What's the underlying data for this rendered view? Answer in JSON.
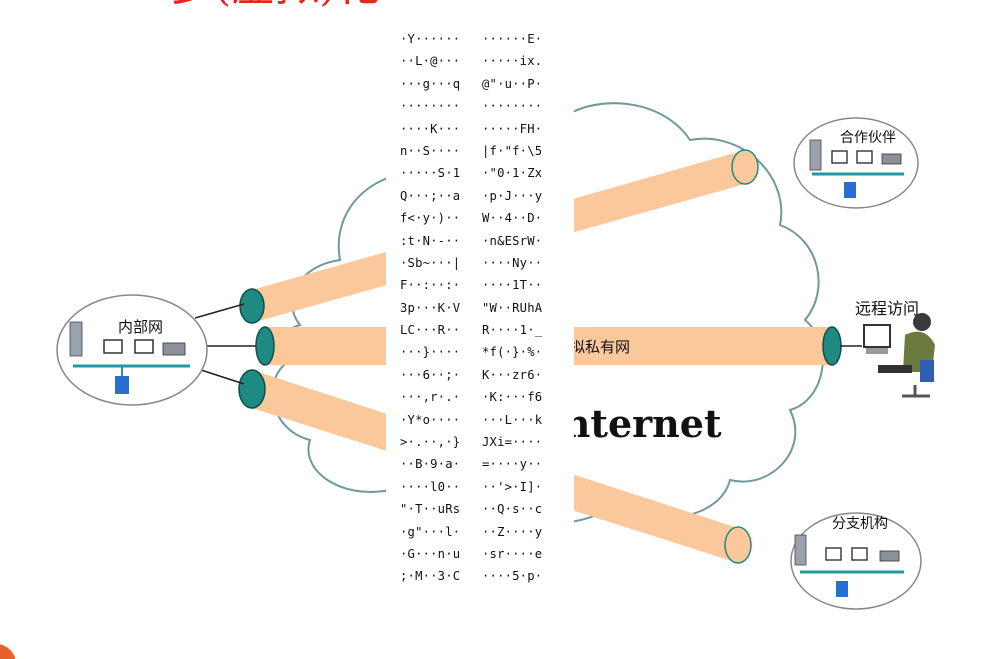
{
  "header_fragment": "多(虚拟)化",
  "labels": {
    "internal_net": "内部网",
    "partner": "合作伙伴",
    "remote_access": "远程访问",
    "branch": "分支机构",
    "vpn": "虚拟私有网",
    "internet": "Internet"
  },
  "garbled_text": [
    [
      "·Y······",
      "······E·"
    ],
    [
      "··L·@···",
      "·····ix."
    ],
    [
      "···g···q",
      "@\"·u··P·"
    ],
    [
      "········",
      "········"
    ],
    [
      "····K···",
      "·····FH·"
    ],
    [
      "n··S····",
      "|f·\"f·\\5"
    ],
    [
      "·····S·1",
      "·\"0·1·Zx"
    ],
    [
      "Q···;··a",
      "·p·J···y"
    ],
    [
      "f<·y·)··",
      "W··4··D·"
    ],
    [
      ":t·N·-··",
      "·n&ESrW·"
    ],
    [
      "·Sb~···|",
      "····Ny··"
    ],
    [
      "F··:··:·",
      "····1T··"
    ],
    [
      "3p···K·V",
      "\"W··RUhA"
    ],
    [
      "LC···R··",
      "R····1·_"
    ],
    [
      "···}····",
      "*f(·}·%·"
    ],
    [
      "···6··;·",
      "K···zr6·"
    ],
    [
      "···,r·.·",
      "·K:···f6"
    ],
    [
      "·Y*o····",
      "···L···k"
    ],
    [
      ">·.··,·}",
      "JXi=····"
    ],
    [
      "··B·9·a·",
      "=····y··"
    ],
    [
      "····l0··",
      "··'>·I]·"
    ],
    [
      "\"·T··uRs",
      "··Q·s··c"
    ],
    [
      "·g\"···l·",
      "··Z····y"
    ],
    [
      "·G···n·u",
      "·sr····e"
    ],
    [
      ";·M··3·C",
      "····5·p·"
    ]
  ],
  "colors": {
    "tunnel": "#fbc89c",
    "tunnel_end": "#1e8a82",
    "cloud_stroke": "#6e9a9c",
    "header": "#e8251f",
    "corner_dot": "#e6622a"
  }
}
